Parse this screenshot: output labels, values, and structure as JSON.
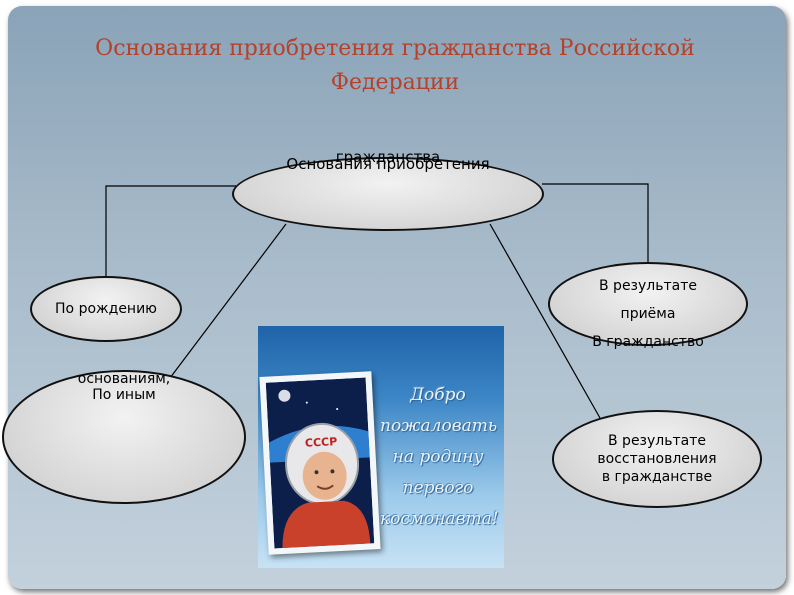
{
  "title": {
    "line1": "Основания приобретения гражданства Российской",
    "line2": "Федерации"
  },
  "nodes": {
    "main": {
      "line1": "Основания приобретения",
      "line2": "гражданства"
    },
    "by_birth": {
      "line1": "По рождению"
    },
    "other": {
      "line1": "По иным",
      "line2": "основаниям,"
    },
    "accept": {
      "line1": "В результате",
      "line2": "приёма",
      "line3": "В гражданство"
    },
    "restore": {
      "line1": "В результате",
      "line2": "восстановления",
      "line3": "в гражданстве"
    }
  },
  "picture": {
    "caption": [
      "Добро",
      "пожаловать",
      "на родину",
      "первого",
      "космонавта!"
    ],
    "helmet_text": "СССР"
  },
  "colors": {
    "title": "#b4412a",
    "background": "#a9bccb",
    "oval_fill": "#d6d6d6"
  }
}
